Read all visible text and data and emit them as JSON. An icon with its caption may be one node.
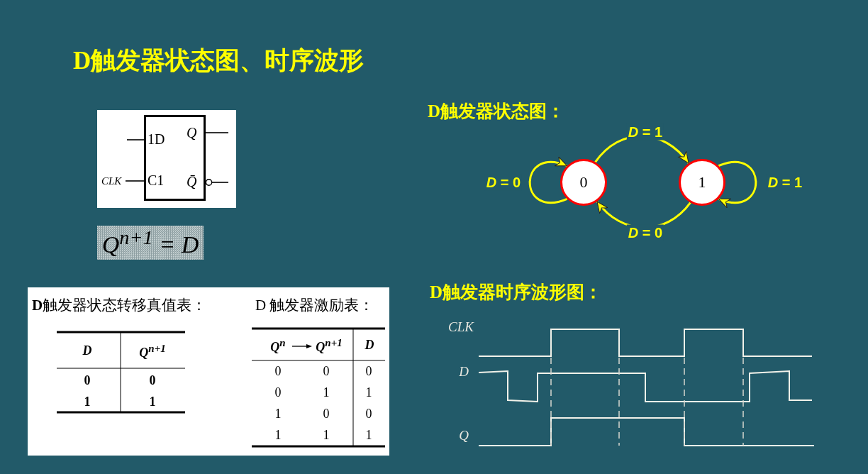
{
  "diagram": {
    "title": "D触发器状态图、时序波形",
    "nodes": [
      {
        "text": [
          "1D",
          "C1",
          "Q",
          "Q̄"
        ]
      },
      {
        "text": [
          "CLK"
        ]
      },
      {
        "text": [
          "0"
        ]
      },
      {
        "text": [
          "1"
        ]
      }
    ],
    "edges": [
      {
        "from": null,
        "to": 0,
        "arrow": "none"
      },
      {
        "from": 1,
        "to": 0,
        "arrow": "none"
      },
      {
        "from": 0,
        "to": null,
        "arrow": "none"
      },
      {
        "from": 0,
        "to": null,
        "arrow": "other"
      },
      {
        "from": 2,
        "to": 2,
        "arrow": "to",
        "label": "*D* = 0",
        "color": "#ffff00"
      },
      {
        "from": 2,
        "to": 3,
        "arrow": "to",
        "label": "*D* = 1",
        "color": "#ffff00"
      },
      {
        "from": 3,
        "to": 3,
        "arrow": "to",
        "label": "*D* = 1",
        "color": "#ffff00"
      },
      {
        "from": 3,
        "to": 2,
        "arrow": "to",
        "label": "*D* = 0",
        "color": "#ffff00"
      }
    ],
    "labels": [
      "Q$^{n+1}$ = D",
      "D触发器状态图：",
      "D触发器时序波形图：",
      "**D**触发器状态转移真值表：",
      "D 触发器激励表：",
      "D",
      "Q$^{n+1}$",
      "0",
      "0",
      "1",
      "1",
      "Q$^{n}$",
      "Q$^{n+1}$",
      "D",
      "0",
      "0",
      "0",
      "0",
      "1",
      "1",
      "1",
      "0",
      "0",
      "1",
      "1",
      "1",
      "CLK",
      "D",
      "Q"
    ]
  }
}
